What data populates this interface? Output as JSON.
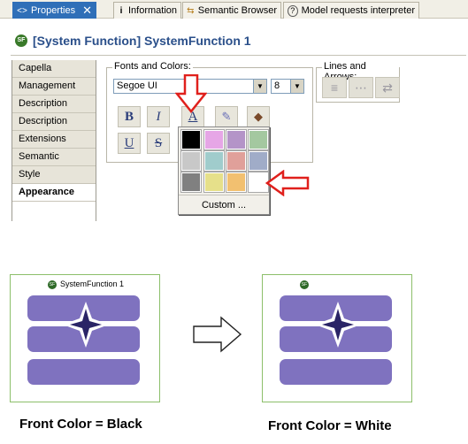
{
  "tabs": [
    {
      "label": "Properties",
      "icon": "properties-icon",
      "active": true
    },
    {
      "label": "Information",
      "icon": "info-icon"
    },
    {
      "label": "Semantic Browser",
      "icon": "semantic-browser-icon"
    },
    {
      "label": "Model requests interpreter",
      "icon": "interpreter-icon"
    }
  ],
  "header": {
    "badge": "SF",
    "title": "[System Function] SystemFunction 1"
  },
  "sidebar": {
    "items": [
      {
        "label": "Capella"
      },
      {
        "label": "Management"
      },
      {
        "label": "Description"
      },
      {
        "label": "Description"
      },
      {
        "label": "Extensions"
      },
      {
        "label": "Semantic"
      },
      {
        "label": "Style"
      },
      {
        "label": "Appearance",
        "selected": true
      }
    ]
  },
  "fonts_group": {
    "label": "Fonts and Colors:",
    "font_name": "Segoe UI",
    "font_size": "8",
    "bold": "B",
    "italic": "I",
    "font_color": "A",
    "underline": "U",
    "strike": "S"
  },
  "lines_group": {
    "label": "Lines and Arrows:"
  },
  "palette": {
    "colors": [
      "#000000",
      "#e6a6e6",
      "#b494c8",
      "#a4c8a0",
      "#c8c8c8",
      "#a0cccc",
      "#e0a09a",
      "#a0acc8",
      "#808080",
      "#e6e08a",
      "#f2c070",
      "#ffffff"
    ],
    "custom_label": "Custom ..."
  },
  "comparison": {
    "left": {
      "title": "SystemFunction 1",
      "badge": "SF",
      "caption": "Front Color = Black",
      "star_color": "#2a2466"
    },
    "right": {
      "title": "",
      "badge": "SF",
      "caption": "Front Color = White",
      "star_color": "#2a2466"
    },
    "bar_color": "#7f72bf",
    "arrow_color": "#ffffff"
  },
  "annotation_color": "#e0201c"
}
